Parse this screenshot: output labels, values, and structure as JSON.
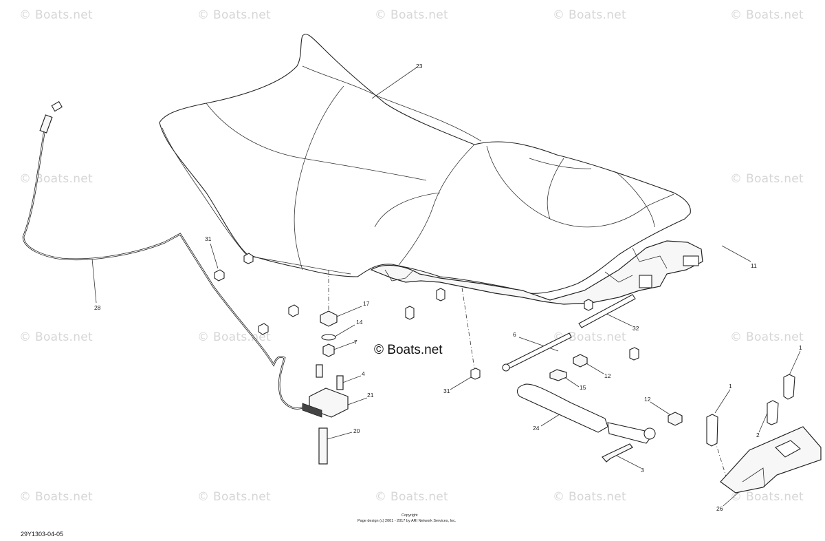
{
  "watermark": "© Boats.net",
  "center_watermark": "© Boats.net",
  "copyright": {
    "line1": "Copyright",
    "line2": "Page design (c) 2001 - 2017 by ARI Network Services, Inc."
  },
  "diagram_code": "29Y1303-04-05",
  "callouts": {
    "c23": "23",
    "c31a": "31",
    "c28": "28",
    "c17": "17",
    "c14": "14",
    "c7": "7",
    "c4": "4",
    "c21": "21",
    "c20": "20",
    "c11": "11",
    "c32": "32",
    "c6": "6",
    "c12a": "12",
    "c15": "15",
    "c31b": "31",
    "c24": "24",
    "c12b": "12",
    "c3": "3",
    "c1a": "1",
    "c1b": "1",
    "c2": "2",
    "c26": "26"
  }
}
